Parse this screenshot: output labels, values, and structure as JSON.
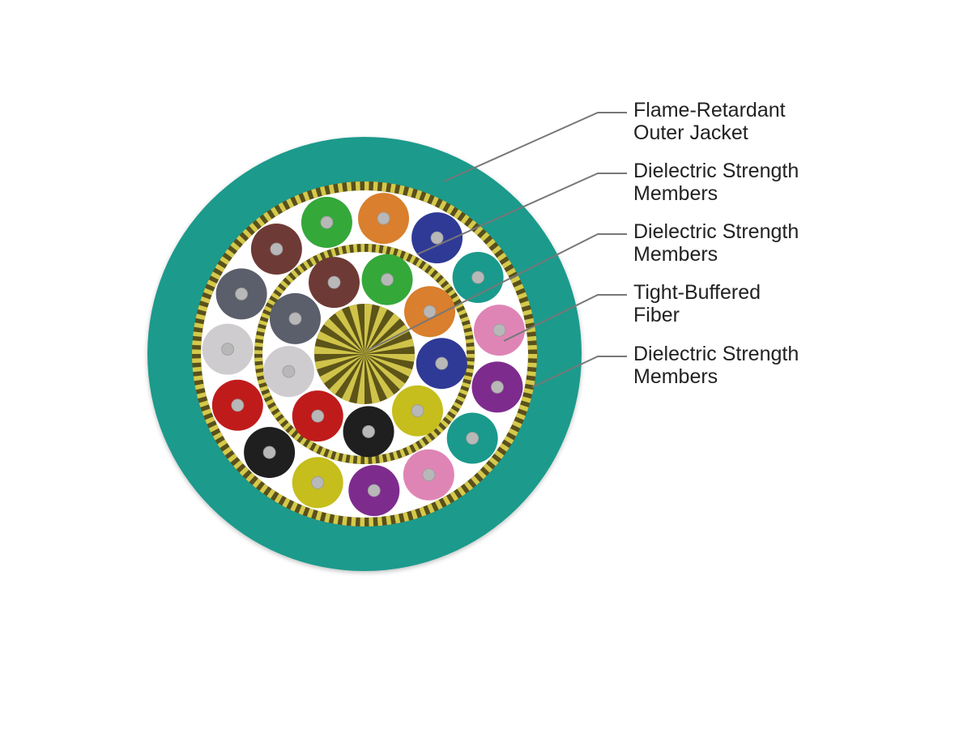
{
  "colors": {
    "jacket": "#1a9a8c",
    "strength_yarn_dark": "#59501c",
    "strength_yarn_light": "#d4c94a",
    "core_dark": "#5c5418",
    "core_light": "#cfc34a",
    "fiber_center": "#b8b8b8",
    "background": "#ffffff",
    "leader": "#777777"
  },
  "labels": [
    {
      "id": "outer-jacket",
      "lines": [
        "Flame-Retardant",
        "Outer Jacket"
      ]
    },
    {
      "id": "outer-strength",
      "lines": [
        "Dielectric Strength",
        "Members"
      ]
    },
    {
      "id": "inner-strength",
      "lines": [
        "Dielectric Strength",
        "Members"
      ]
    },
    {
      "id": "tight-buffered",
      "lines": [
        "Tight-Buffered",
        "Fiber"
      ]
    },
    {
      "id": "central-strength",
      "lines": [
        "Dielectric Strength",
        "Members"
      ]
    }
  ],
  "outer_ring_fibers": [
    {
      "color": "orange",
      "hex": "#d97f2e"
    },
    {
      "color": "blue",
      "hex": "#2f3a96"
    },
    {
      "color": "aqua",
      "hex": "#1a9a8c"
    },
    {
      "color": "rose",
      "hex": "#df85b6"
    },
    {
      "color": "violet",
      "hex": "#7e2b8e"
    },
    {
      "color": "aqua",
      "hex": "#1a9a8c"
    },
    {
      "color": "rose",
      "hex": "#df85b6"
    },
    {
      "color": "violet",
      "hex": "#7e2b8e"
    },
    {
      "color": "yellow",
      "hex": "#c6be1c"
    },
    {
      "color": "black",
      "hex": "#1f1f1f"
    },
    {
      "color": "red",
      "hex": "#c01b1b"
    },
    {
      "color": "white",
      "hex": "#cfccd0"
    },
    {
      "color": "slate",
      "hex": "#5b5e6b"
    },
    {
      "color": "brown",
      "hex": "#6e3a36"
    },
    {
      "color": "green",
      "hex": "#35a83a"
    }
  ],
  "inner_ring_fibers": [
    {
      "color": "green",
      "hex": "#35a83a"
    },
    {
      "color": "orange",
      "hex": "#d97f2e"
    },
    {
      "color": "blue",
      "hex": "#2f3a96"
    },
    {
      "color": "yellow",
      "hex": "#c6be1c"
    },
    {
      "color": "black",
      "hex": "#1f1f1f"
    },
    {
      "color": "red",
      "hex": "#c01b1b"
    },
    {
      "color": "white",
      "hex": "#cfccd0"
    },
    {
      "color": "slate",
      "hex": "#5b5e6b"
    },
    {
      "color": "brown",
      "hex": "#6e3a36"
    }
  ]
}
